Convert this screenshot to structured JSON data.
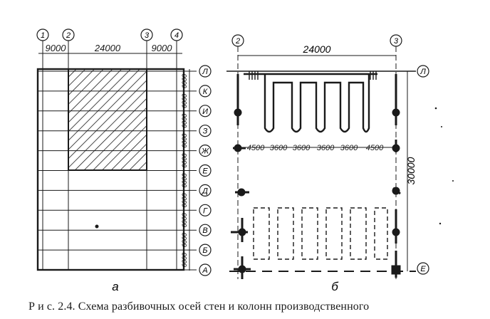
{
  "panel_a": {
    "label": "а",
    "axis_numbers": [
      "1",
      "2",
      "3",
      "4"
    ],
    "span_dims": [
      "9000",
      "24000",
      "9000"
    ],
    "row_letters": [
      "Л",
      "К",
      "И",
      "З",
      "Ж",
      "Е",
      "Д",
      "Г",
      "В",
      "Б",
      "А"
    ],
    "row_dim": "6000"
  },
  "panel_b": {
    "label": "б",
    "axis_numbers": [
      "2",
      "3"
    ],
    "top_dim": "24000",
    "row_letters": [
      "Л",
      "Е"
    ],
    "side_dim": "30000",
    "bay_dims": [
      "4500",
      "3600",
      "3600",
      "3600",
      "3600",
      "4500"
    ]
  },
  "caption": "Р и с. 2.4. Схема разбивочных осей стен и колонн производственного"
}
